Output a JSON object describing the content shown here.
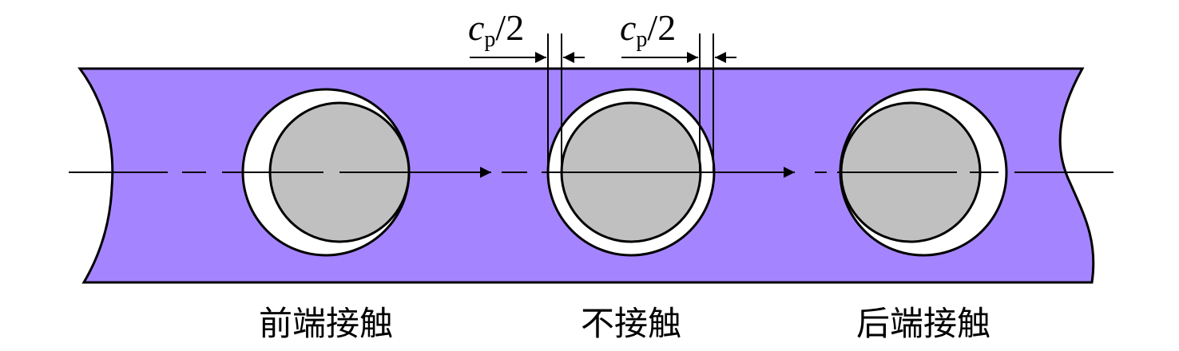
{
  "diagram": {
    "dimension_label": {
      "var": "c",
      "sub": "p",
      "rest": "/2"
    },
    "captions": [
      {
        "text": "前端接触"
      },
      {
        "text": "不接触"
      },
      {
        "text": "后端接触"
      }
    ],
    "colors": {
      "plate": "#A585FF",
      "hole": "#FFFFFF",
      "pin": "#C0C0C0",
      "stroke": "#000000"
    }
  }
}
